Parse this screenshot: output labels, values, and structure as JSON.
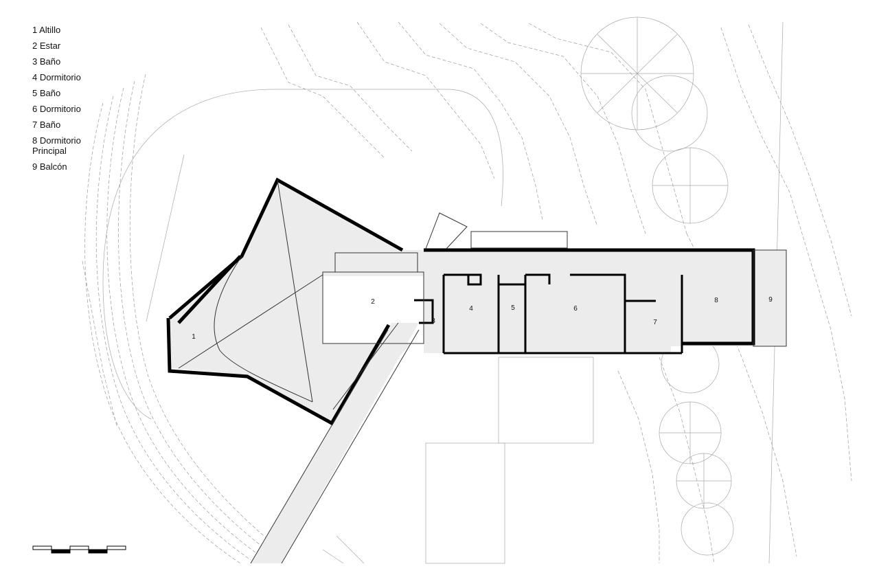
{
  "legend": [
    {
      "id": "1",
      "text": "1 Altillo"
    },
    {
      "id": "2",
      "text": "2 Estar"
    },
    {
      "id": "3",
      "text": "3 Baño"
    },
    {
      "id": "4",
      "text": "4 Dormitorio"
    },
    {
      "id": "5",
      "text": "5 Baño"
    },
    {
      "id": "6",
      "text": "6 Dormitorio"
    },
    {
      "id": "7",
      "text": "7 Baño"
    },
    {
      "id": "8",
      "text": "8 Dormitorio Principal"
    },
    {
      "id": "9",
      "text": "9 Balcón"
    }
  ],
  "plan": {
    "room_numbers": {
      "r1": "1",
      "r2": "2",
      "r3": "3",
      "r4": "4",
      "r5": "5",
      "r6": "6",
      "r7": "7",
      "r8": "8",
      "r9": "9"
    }
  },
  "colors": {
    "wall": "#000000",
    "line": "#9a9a9a",
    "floor": "#ececec",
    "background": "#ffffff"
  },
  "icons": [
    "north-arrow-none",
    "scale-bar"
  ]
}
